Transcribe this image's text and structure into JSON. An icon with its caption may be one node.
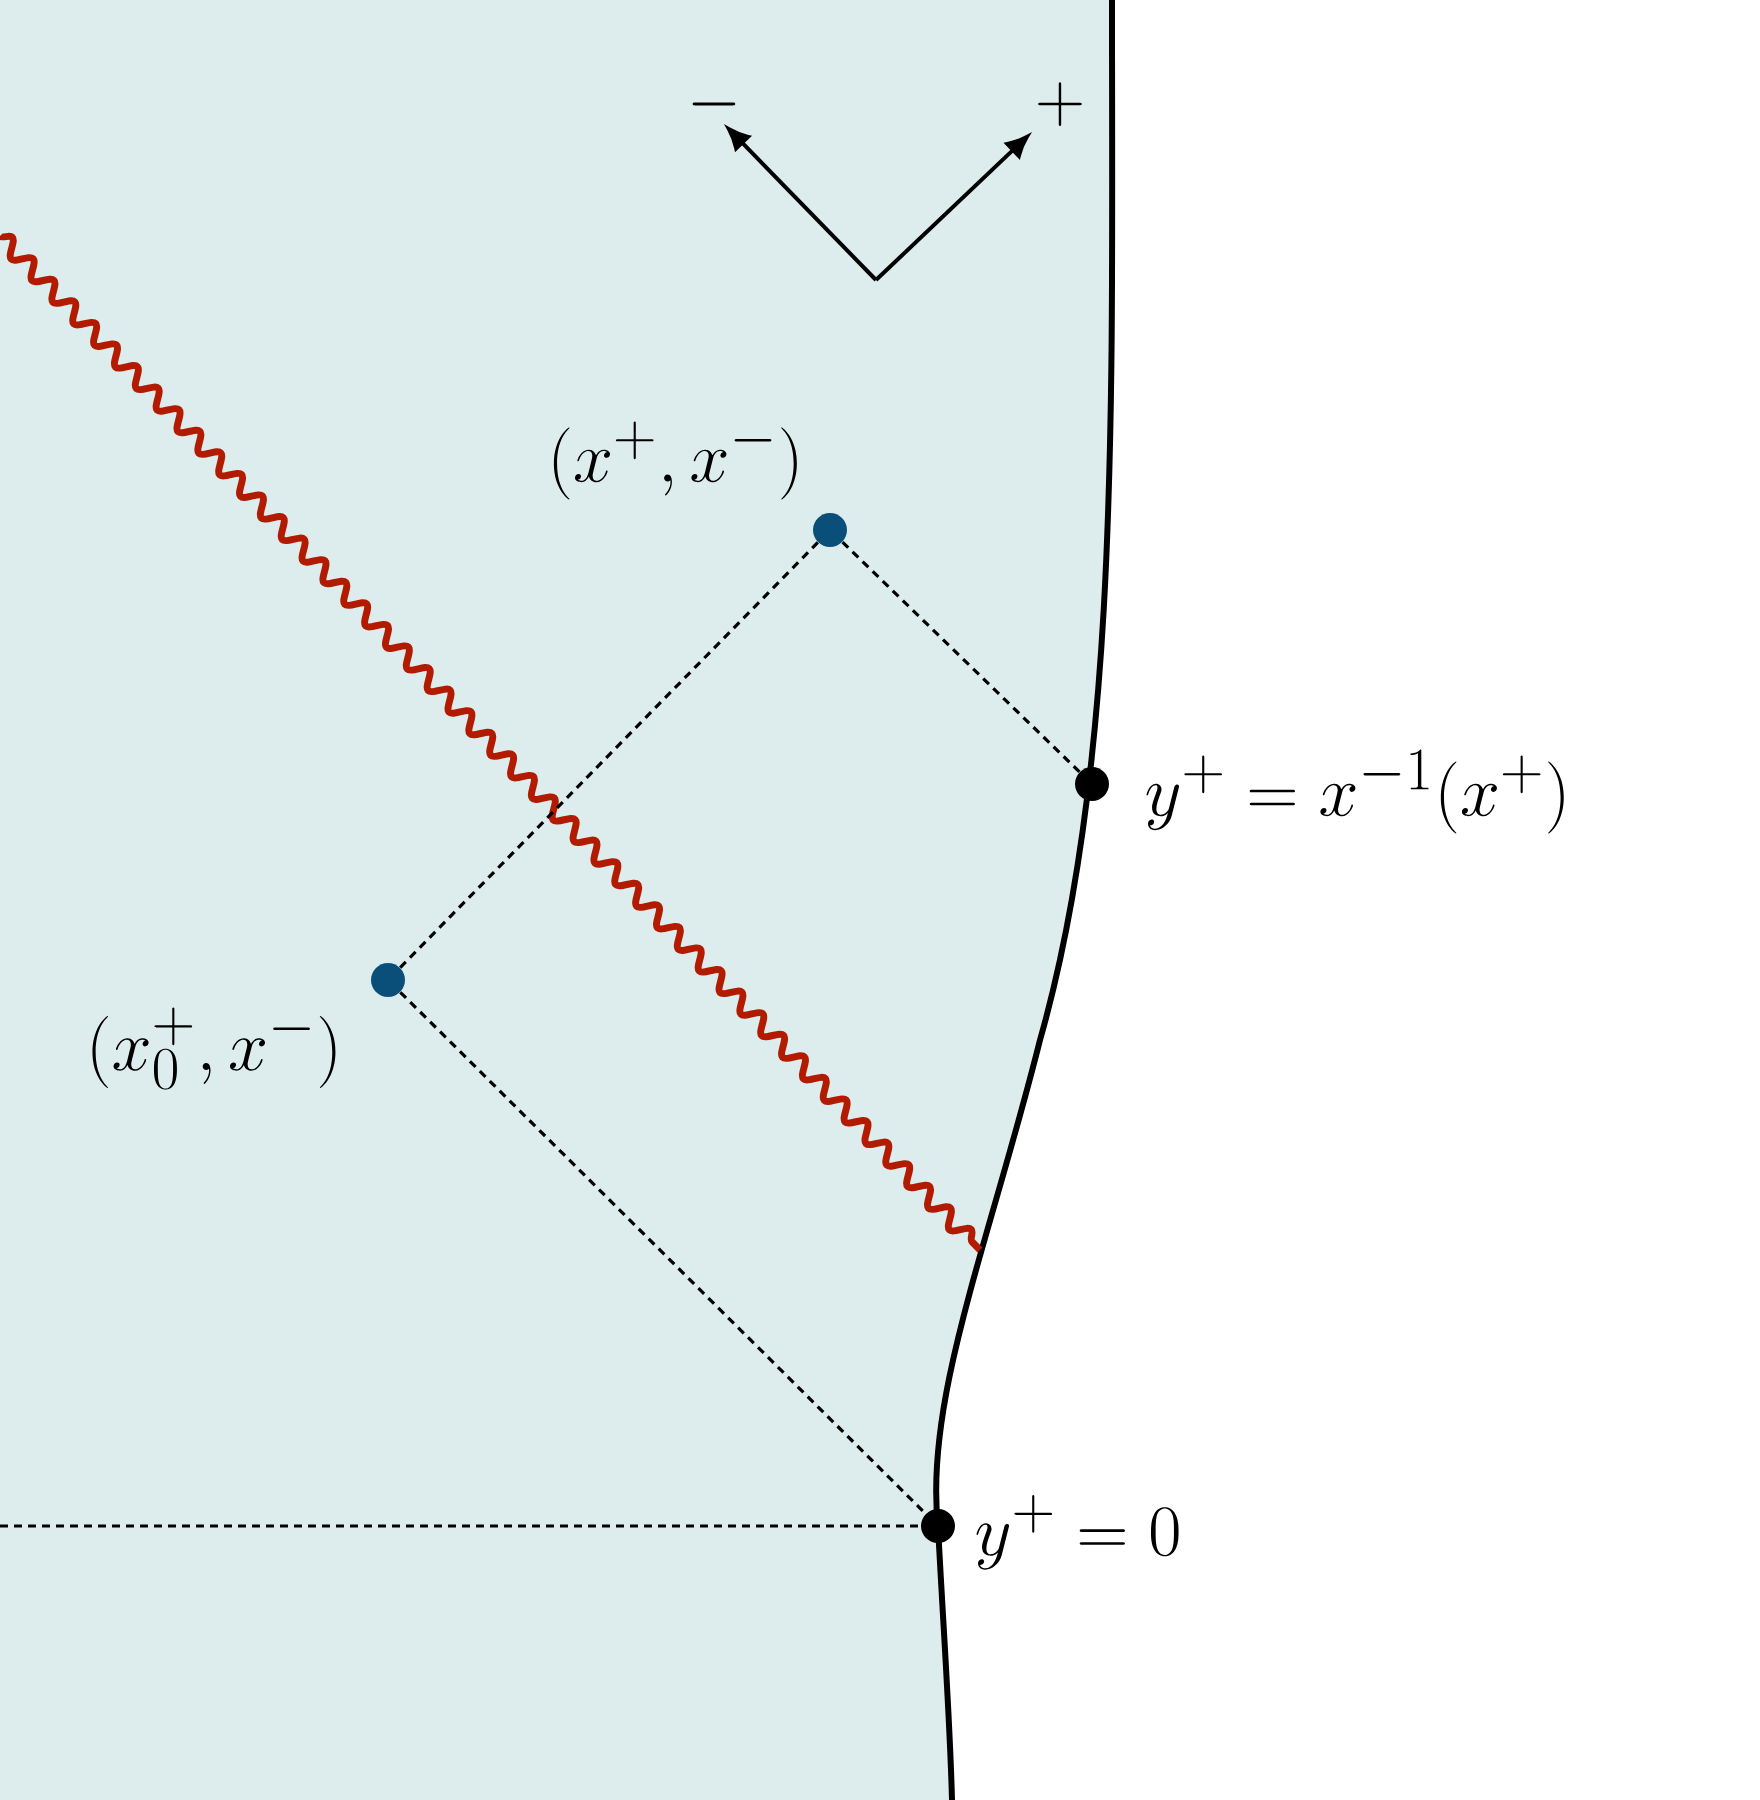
{
  "diagram": {
    "nodes": [
      {
        "text": [],
        "shape": "circle",
        "beside": [
          "(x^+, x^-)"
        ]
      },
      {
        "text": [],
        "shape": "circle",
        "beside": [
          "y^+ = x^{-1}(x^+)"
        ]
      },
      {
        "text": [],
        "shape": "circle",
        "beside": [
          "(x_0^+, x^-)"
        ]
      },
      {
        "text": [],
        "shape": "circle",
        "beside": [
          "y^+ = 0"
        ]
      }
    ],
    "edges": [
      {
        "from": 0,
        "to": 1,
        "arrow": "none",
        "style": "dashed"
      },
      {
        "from": 0,
        "to": 2,
        "arrow": "none",
        "style": "dashed"
      },
      {
        "from": 2,
        "to": 3,
        "arrow": "none",
        "style": "dashed"
      },
      {
        "from": null,
        "to": 3,
        "arrow": "none",
        "style": "dashed"
      }
    ],
    "labels": [
      "-",
      "+"
    ]
  }
}
